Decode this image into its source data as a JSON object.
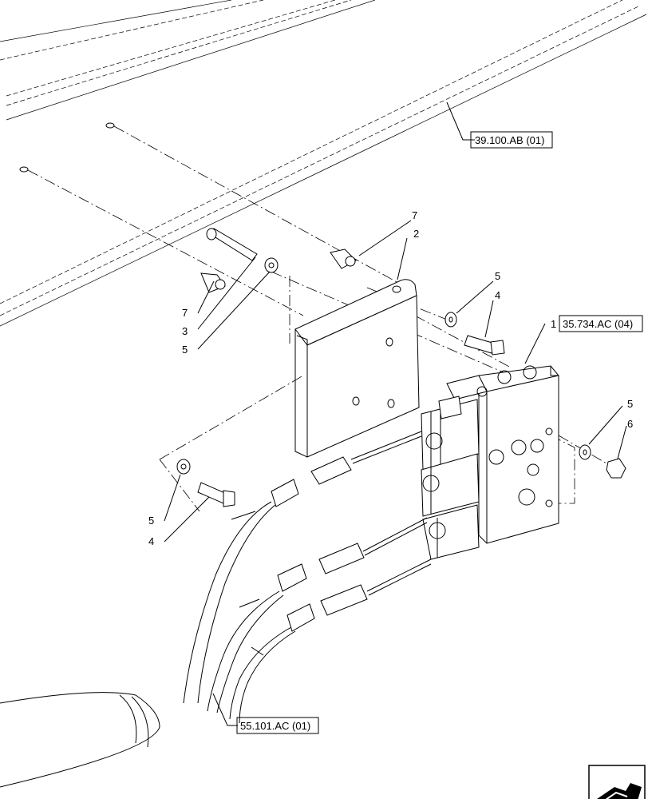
{
  "callouts": {
    "c1": "1",
    "c2": "2",
    "c3": "3",
    "c4a": "4",
    "c4b": "4",
    "c5a": "5",
    "c5b": "5",
    "c5c": "5",
    "c5d": "5",
    "c6": "6",
    "c7a": "7",
    "c7b": "7"
  },
  "references": {
    "frame": "39.100.AB (01)",
    "valve": "35.734.AC (04)",
    "harness": "55.101.AC (01)"
  },
  "icons": {
    "nav": "next-page-arrow-icon"
  }
}
